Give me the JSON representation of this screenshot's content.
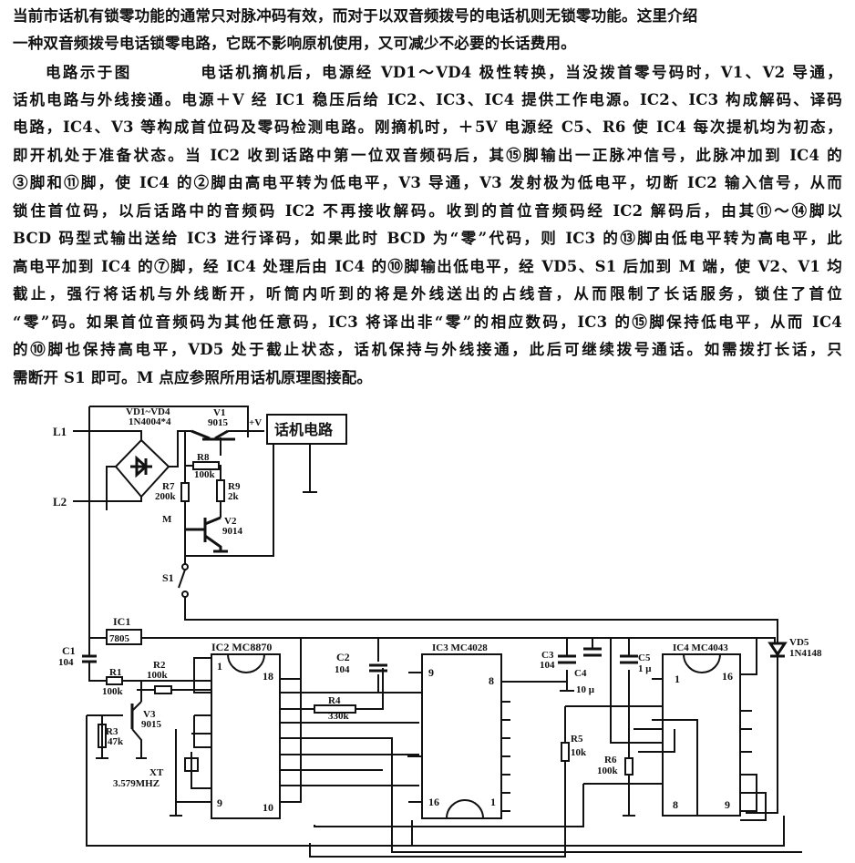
{
  "article": {
    "lines": [
      "当前市话机有锁零功能的通常只对脉冲码有效，而对于以双音频拨号的电话机则无锁零功能。这里介绍",
      "一种双音频拨号电话锁零电路，它既不影响原机使用，又可减少不必要的长话费用。",
      "电路示于图　　　　电话机摘机后，电源经 VD1～VD4 极性转换，当没拨首零号码时，V1、V2 导通，",
      "话机电路与外线接通。电源＋V 经 IC1 稳压后给 IC2、IC3、IC4 提供工作电源。IC2、IC3 构成解码、译码",
      "电路，IC4、V3 等构成首位码及零码检测电路。刚摘机时，＋5V 电源经 C5、R6 使 IC4 每次提机均为初态，",
      "即开机处于准备状态。当 IC2 收到话路中第一位双音频码后，其⑮脚输出一正脉冲信号，此脉冲加到 IC4 的",
      "③脚和⑪脚，使 IC4 的②脚由高电平转为低电平，V3 导通，V3 发射极为低电平，切断 IC2 输入信号，从而",
      "锁住首位码，以后话路中的音频码 IC2 不再接收解码。收到的首位音频码经 IC2 解码后，由其⑪～⑭脚以",
      "BCD 码型式输出送给 IC3 进行译码，如果此时 BCD 为“零”代码，则 IC3 的⑬脚由低电平转为高电平，此",
      "高电平加到 IC4 的⑦脚，经 IC4 处理后由 IC4 的⑩脚输出低电平，经 VD5、S1 后加到 M 端，使 V2、V1 均",
      "截止，强行将话机与外线断开，听筒内听到的将是外线送出的占线音，从而限制了长话服务，锁住了首位",
      "“零”码。如果首位音频码为其他任意码，IC3 将译出非“零”的相应数码，IC3 的⑮脚保持低电平，从而 IC4",
      "的⑩脚也保持高电平，VD5 处于截止状态，话机保持与外线接通，此后可继续拨号通话。如需拨打长话，只",
      "需断开 S1 即可。M 点应参照所用话机原理图接配。"
    ]
  },
  "diagram": {
    "L1": "L1",
    "L2": "L2",
    "bridge_name": "VD1~VD4",
    "bridge_part": "1N4004*4",
    "V1_name": "V1",
    "V1_part": "9015",
    "plus_v": "+V",
    "phone_circuit": "话机电路",
    "R8_name": "R8",
    "R8_val": "100k",
    "R7_name": "R7",
    "R7_val": "200k",
    "R9_name": "R9",
    "R9_val": "2k",
    "M": "M",
    "V2_name": "V2",
    "V2_part": "9014",
    "S1": "S1",
    "IC1_name": "IC1",
    "IC1_part": "7805",
    "C1_name": "C1",
    "C1_val": "104",
    "R1_name": "R1",
    "R1_val": "100k",
    "R2_name": "R2",
    "R2_val": "100k",
    "V3_name": "V3",
    "V3_part": "9015",
    "R3_name": "R3",
    "R3_val": "47k",
    "XT_name": "XT",
    "XT_val": "3.579MHZ",
    "IC2_title": "IC2  MC8870",
    "IC2_pins": [
      "1",
      "18",
      "9",
      "10"
    ],
    "C2_name": "C2",
    "C2_val": "104",
    "R4_name": "R4",
    "R4_val": "330k",
    "IC3_title": "IC3   MC4028",
    "IC3_pins": [
      "9",
      "8",
      "16",
      "1"
    ],
    "C3_name": "C3",
    "C3_val": "104",
    "C4_name": "C4",
    "C4_val": "10 μ",
    "C5_name": "C5",
    "C5_val": "1 μ",
    "R5_name": "R5",
    "R5_val": "10k",
    "R6_name": "R6",
    "R6_val": "100k",
    "IC4_title": "IC4  MC4043",
    "IC4_pins": [
      "1",
      "16",
      "8",
      "9"
    ],
    "VD5_name": "VD5",
    "VD5_part": "1N4148"
  }
}
